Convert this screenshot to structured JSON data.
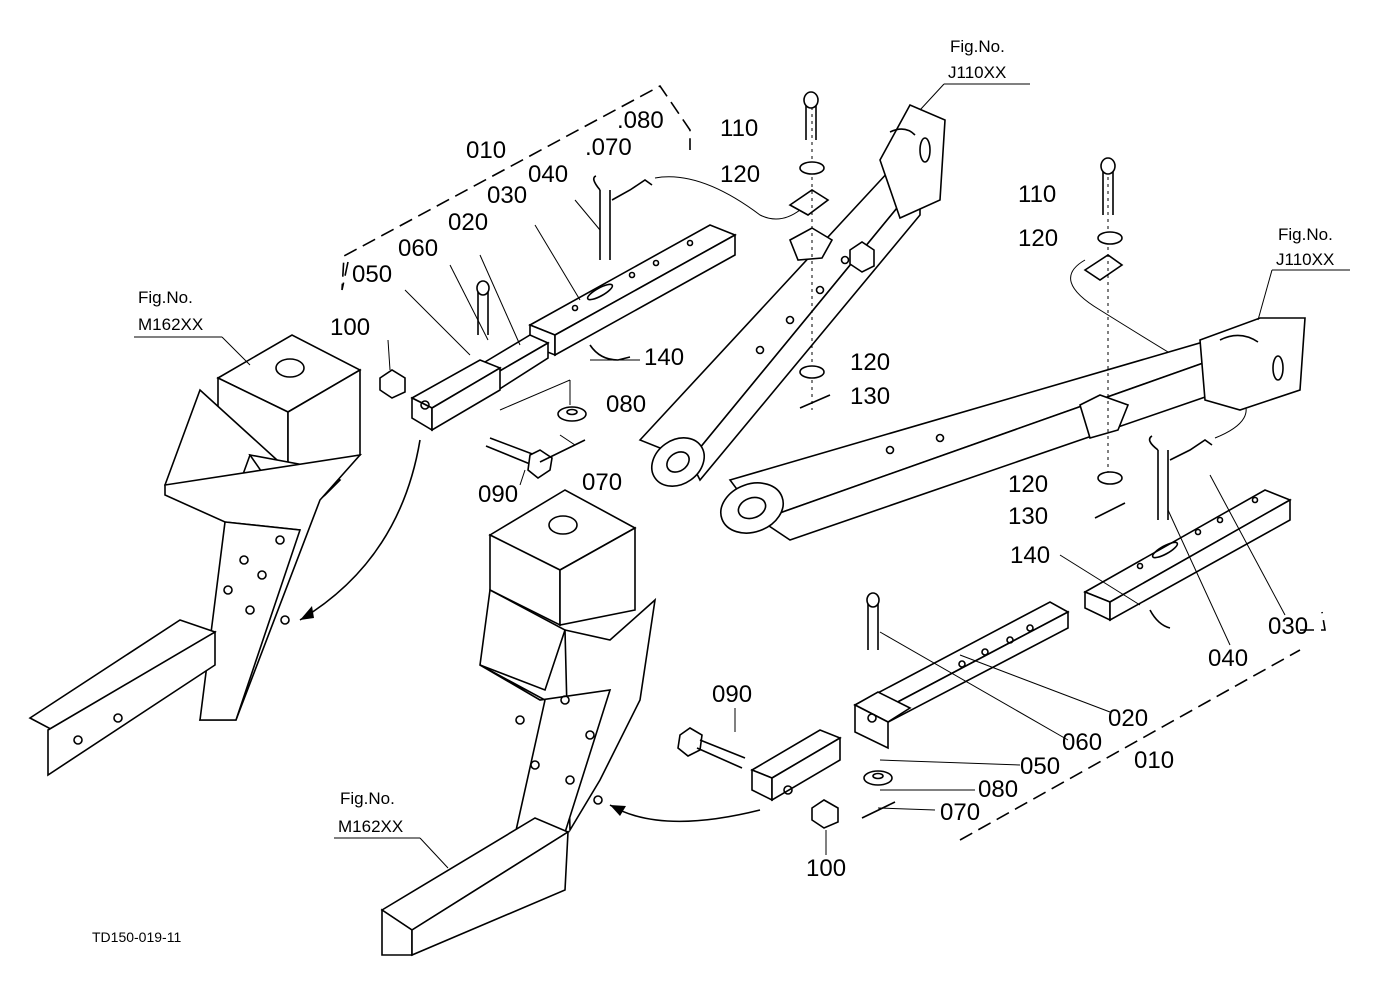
{
  "diagram": {
    "drawing_code": "TD150-019-11",
    "fig_refs": [
      {
        "id": "fig-left-m162",
        "line1": "Fig.No.",
        "line2": "M162XX"
      },
      {
        "id": "fig-bottom-m162",
        "line1": "Fig.No.",
        "line2": "M162XX"
      },
      {
        "id": "fig-top-j110",
        "line1": "Fig.No.",
        "line2": "J110XX"
      },
      {
        "id": "fig-right-j110",
        "line1": "Fig.No.",
        "line2": "J110XX"
      }
    ],
    "part_labels": [
      {
        "id": "a-010",
        "text": "010"
      },
      {
        "id": "a-070",
        "text": ".070"
      },
      {
        "id": "a-080",
        "text": ".080"
      },
      {
        "id": "a-040",
        "text": "040"
      },
      {
        "id": "a-030",
        "text": "030"
      },
      {
        "id": "a-020",
        "text": "020"
      },
      {
        "id": "a-060",
        "text": "060"
      },
      {
        "id": "a-050",
        "text": "050"
      },
      {
        "id": "a-100",
        "text": "100"
      },
      {
        "id": "a-140",
        "text": "140"
      },
      {
        "id": "a-080b",
        "text": "080"
      },
      {
        "id": "a-070b",
        "text": "070"
      },
      {
        "id": "a-090",
        "text": "090"
      },
      {
        "id": "c-110",
        "text": "110"
      },
      {
        "id": "c-120a",
        "text": "120"
      },
      {
        "id": "c-120b",
        "text": "120"
      },
      {
        "id": "c-130",
        "text": "130"
      },
      {
        "id": "d-110",
        "text": "110"
      },
      {
        "id": "d-120a",
        "text": "120"
      },
      {
        "id": "d-120b",
        "text": "120"
      },
      {
        "id": "d-130",
        "text": "130"
      },
      {
        "id": "d-140",
        "text": "140"
      },
      {
        "id": "d-040",
        "text": "040"
      },
      {
        "id": "d-030",
        "text": "030"
      },
      {
        "id": "b-090",
        "text": "090"
      },
      {
        "id": "b-060",
        "text": "060"
      },
      {
        "id": "b-020",
        "text": "020"
      },
      {
        "id": "b-010",
        "text": "010"
      },
      {
        "id": "b-050",
        "text": "050"
      },
      {
        "id": "b-080",
        "text": "080"
      },
      {
        "id": "b-070",
        "text": "070"
      },
      {
        "id": "b-100",
        "text": "100"
      }
    ]
  }
}
